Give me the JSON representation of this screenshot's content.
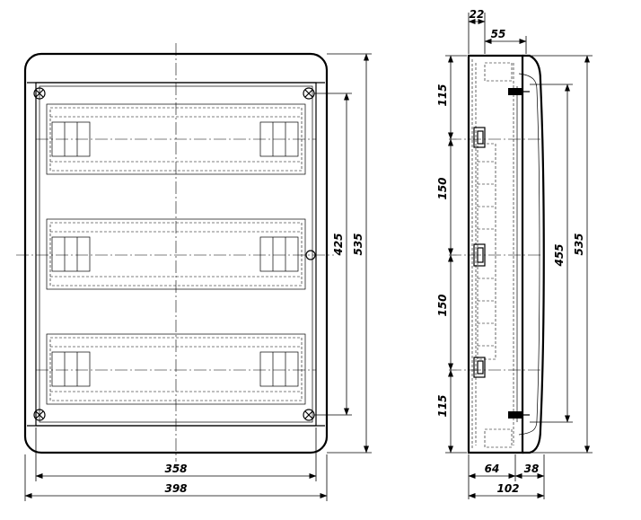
{
  "front_view": {
    "dimensions": {
      "inner_width": "358",
      "outer_width": "398",
      "inner_height": "425",
      "outer_height": "535"
    }
  },
  "side_view": {
    "dimensions": {
      "top_depth": "22",
      "top_offset": "55",
      "bottom_base": "64",
      "bottom_cover": "38",
      "total_depth": "102",
      "row_top": "115",
      "row_upper": "150",
      "row_lower": "150",
      "row_bottom": "115",
      "inner_height": "455",
      "outer_height": "535"
    }
  }
}
